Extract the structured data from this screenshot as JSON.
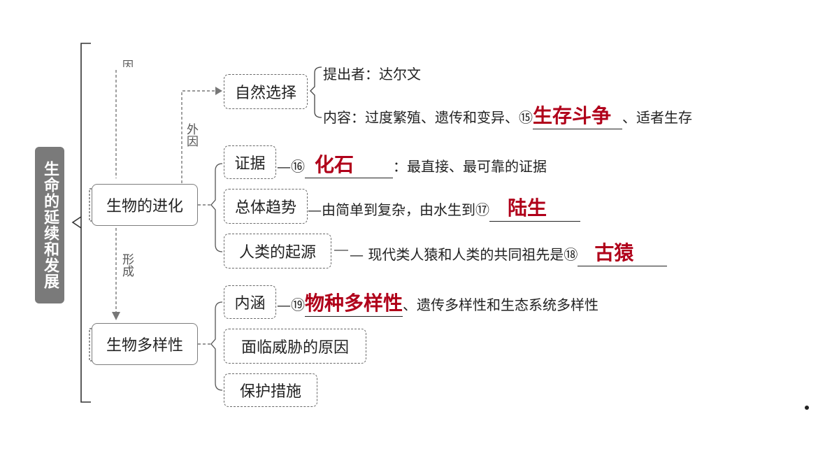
{
  "title": "生命的延续和发展",
  "top_cut_char": "因",
  "labels": {
    "outer_cause": "外因",
    "formation": "形成"
  },
  "nodes": {
    "evolution": "生物的进化",
    "diversity": "生物多样性",
    "natural_selection": "自然选择",
    "evidence": "证据",
    "overall_trend": "总体趋势",
    "human_origin": "人类的起源",
    "connotation": "内涵",
    "threat_causes": "面临威胁的原因",
    "protection": "保护措施"
  },
  "texts": {
    "proposer": "提出者：达尔文",
    "content_prefix": "内容：过度繁殖、遗传和变异、⑮",
    "content_suffix": "、适者生存",
    "evidence_prefix": "—⑯",
    "evidence_suffix": "：最直接、最可靠的证据",
    "trend_text": "—由简单到复杂，由水生到⑰",
    "origin_text": "— 现代类人猿和人类的共同祖先是⑱",
    "connotation_prefix": "—⑲",
    "connotation_suffix": "、遗传多样性和生态系统多样性"
  },
  "answers": {
    "a15": "生存斗争",
    "a16": "化石",
    "a17": "陆生",
    "a18": "古猿",
    "a19": "物种多样性"
  },
  "colors": {
    "answer": "#b0001a",
    "title_bg": "#7a7a7a"
  }
}
